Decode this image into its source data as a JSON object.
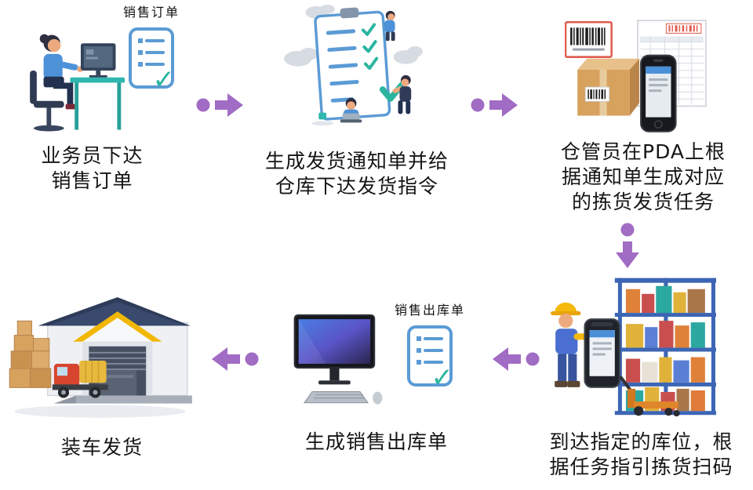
{
  "colors": {
    "arrow": "#a16cc4",
    "document_border": "#5b9bd5",
    "check": "#2bb5a0",
    "caption_text": "#151515"
  },
  "icons": {
    "check": "✓"
  },
  "steps": [
    {
      "name": "issue-sales-order",
      "caption": "业务员下达\n销售订单",
      "doc_label": "销售订单"
    },
    {
      "name": "generate-shipping-notice",
      "caption": "生成发货通知单并给\n仓库下达发货指令"
    },
    {
      "name": "generate-picking-task",
      "caption": "仓管员在PDA上根\n据通知单生成对应\n的拣货发货任务"
    },
    {
      "name": "pick-and-scan",
      "caption": "到达指定的库位，根\n据任务指引拣货扫码"
    },
    {
      "name": "generate-outbound-order",
      "caption": "生成销售出库单",
      "doc_label": "销售出库单"
    },
    {
      "name": "load-and-ship",
      "caption": "装车发货"
    }
  ]
}
